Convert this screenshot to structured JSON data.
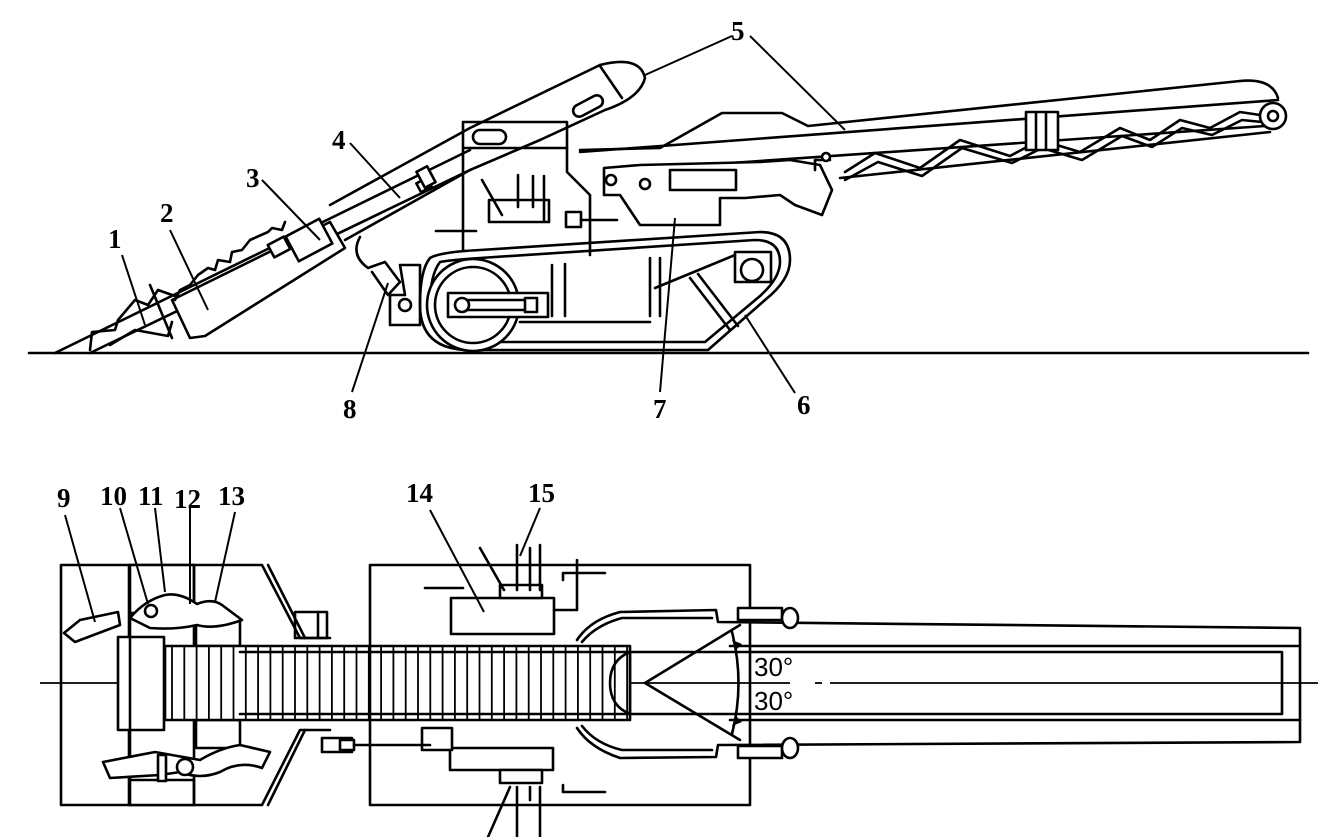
{
  "side_view": {
    "callouts": [
      {
        "id": "1",
        "text": "1"
      },
      {
        "id": "2",
        "text": "2"
      },
      {
        "id": "3",
        "text": "3"
      },
      {
        "id": "4",
        "text": "4"
      },
      {
        "id": "5",
        "text": "5"
      },
      {
        "id": "6",
        "text": "6"
      },
      {
        "id": "7",
        "text": "7"
      },
      {
        "id": "8",
        "text": "8"
      }
    ]
  },
  "top_view": {
    "callouts": [
      {
        "id": "9",
        "text": "9"
      },
      {
        "id": "10",
        "text": "10"
      },
      {
        "id": "11",
        "text": "11"
      },
      {
        "id": "12",
        "text": "12"
      },
      {
        "id": "13",
        "text": "13"
      },
      {
        "id": "14",
        "text": "14"
      },
      {
        "id": "15",
        "text": "15"
      }
    ],
    "angles": {
      "upper": "30°",
      "lower": "30°"
    }
  },
  "colors": {
    "ink": "#000000",
    "paper": "#ffffff"
  }
}
